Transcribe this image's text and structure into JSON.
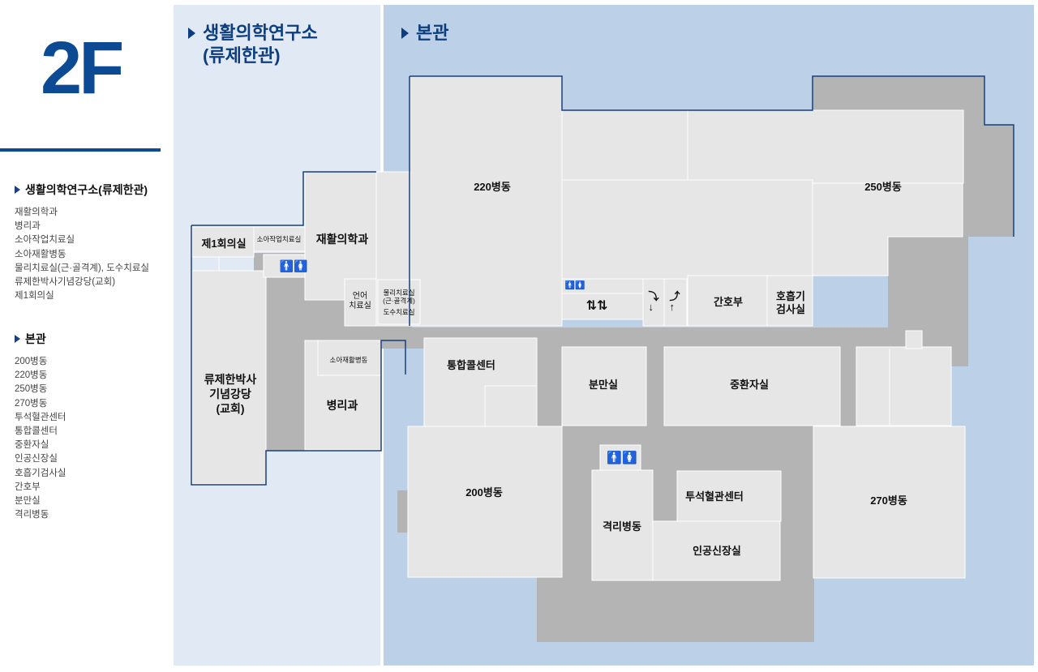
{
  "floor": "2F",
  "legend": {
    "annex": {
      "title": "생활의학연구소(류제한관)",
      "rooms": [
        "재활의학과",
        "병리과",
        "소아작업치료실",
        "소아재활병동",
        "물리치료실(근·골격계), 도수치료실",
        "류제한박사기념강당(교회)",
        "제1회의실"
      ]
    },
    "main": {
      "title": "본관",
      "rooms": [
        "200병동",
        "220병동",
        "250병동",
        "270병동",
        "투석혈관센터",
        "통합콜센터",
        "중환자실",
        "인공신장실",
        "호흡기검사실",
        "간호부",
        "분만실",
        "격리병동"
      ]
    }
  },
  "map": {
    "annex_title_line1": "생활의학연구소",
    "annex_title_line2": "(류제한관)",
    "main_title": "본관",
    "rooms": {
      "meeting_room": "제1회의실",
      "child_ot_room": "소아작업치료실",
      "rehab_dept": "재활의학과",
      "speech_line1": "언어",
      "speech_line2": "치료실",
      "pt_line1": "물리치료실",
      "pt_line2": "(근·골격계)",
      "pt_line3": "도수치료실",
      "auditorium_line1": "류제한박사",
      "auditorium_line2": "기념강당",
      "auditorium_line3": "(교회)",
      "child_rehab_ward": "소아재활병동",
      "pathology": "병리과",
      "ward_220": "220병동",
      "ward_250": "250병동",
      "nursing": "간호부",
      "resp_line1": "호흡기",
      "resp_line2": "검사실",
      "call_center": "통합콜센터",
      "delivery": "분만실",
      "icu": "중환자실",
      "ward_200": "200병동",
      "dialysis": "투석혈관센터",
      "isolation": "격리병동",
      "artificial_kidney": "인공신장실",
      "ward_270": "270병동"
    }
  },
  "colors": {
    "brand": "#0c4a94",
    "annex_bg": "#e1e9f4",
    "main_bg": "#bcd1e7",
    "room_fill": "#e6e6e6",
    "corridor_fill": "#b4b4b4",
    "outline": "#1a3f7c"
  }
}
